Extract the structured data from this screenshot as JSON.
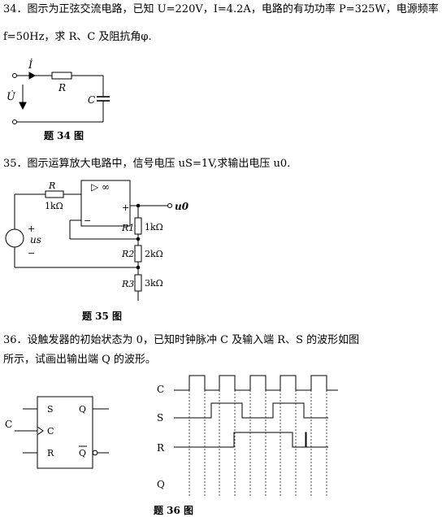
{
  "q34": {
    "line1": "34．图示为正弦交流电路，已知 U=220V，I=4.2A，电路的有功功率 P=325W，电源频率",
    "line2": "f=50Hz，求 R、C 及阻抗角φ.",
    "caption": "题 34 图",
    "labels": {
      "current": "İ",
      "voltage": "U̇",
      "r": "R",
      "c": "C"
    }
  },
  "q35": {
    "line1": "35．图示运算放大电路中，信号电压 uS=1V,求输出电压 u0.",
    "caption": "题 35 图",
    "labels": {
      "r": "R",
      "r_value": "1kΩ",
      "opamp": "▷ ∞",
      "plus": "+",
      "minus": "−",
      "src_plus": "+",
      "src_minus": "−",
      "us": "us",
      "u0": "u0",
      "r1": "R1",
      "r1_value": "1kΩ",
      "r2": "R2",
      "r2_value": "2kΩ",
      "r3": "R3",
      "r3_value": "3kΩ"
    }
  },
  "q36": {
    "line1": "36．设触发器的初始状态为 0，已知时钟脉冲 C 及输入端 R、S 的波形如图",
    "line2": "所示，试画出输出端 Q 的波形。",
    "caption": "题 36 图",
    "ff_labels": {
      "s": "S",
      "c": "C",
      "r": "R",
      "q": "Q",
      "qbar": "Q",
      "c_in": "C"
    },
    "wave_labels": {
      "c": "C",
      "s": "S",
      "r": "R",
      "q": "Q"
    }
  }
}
